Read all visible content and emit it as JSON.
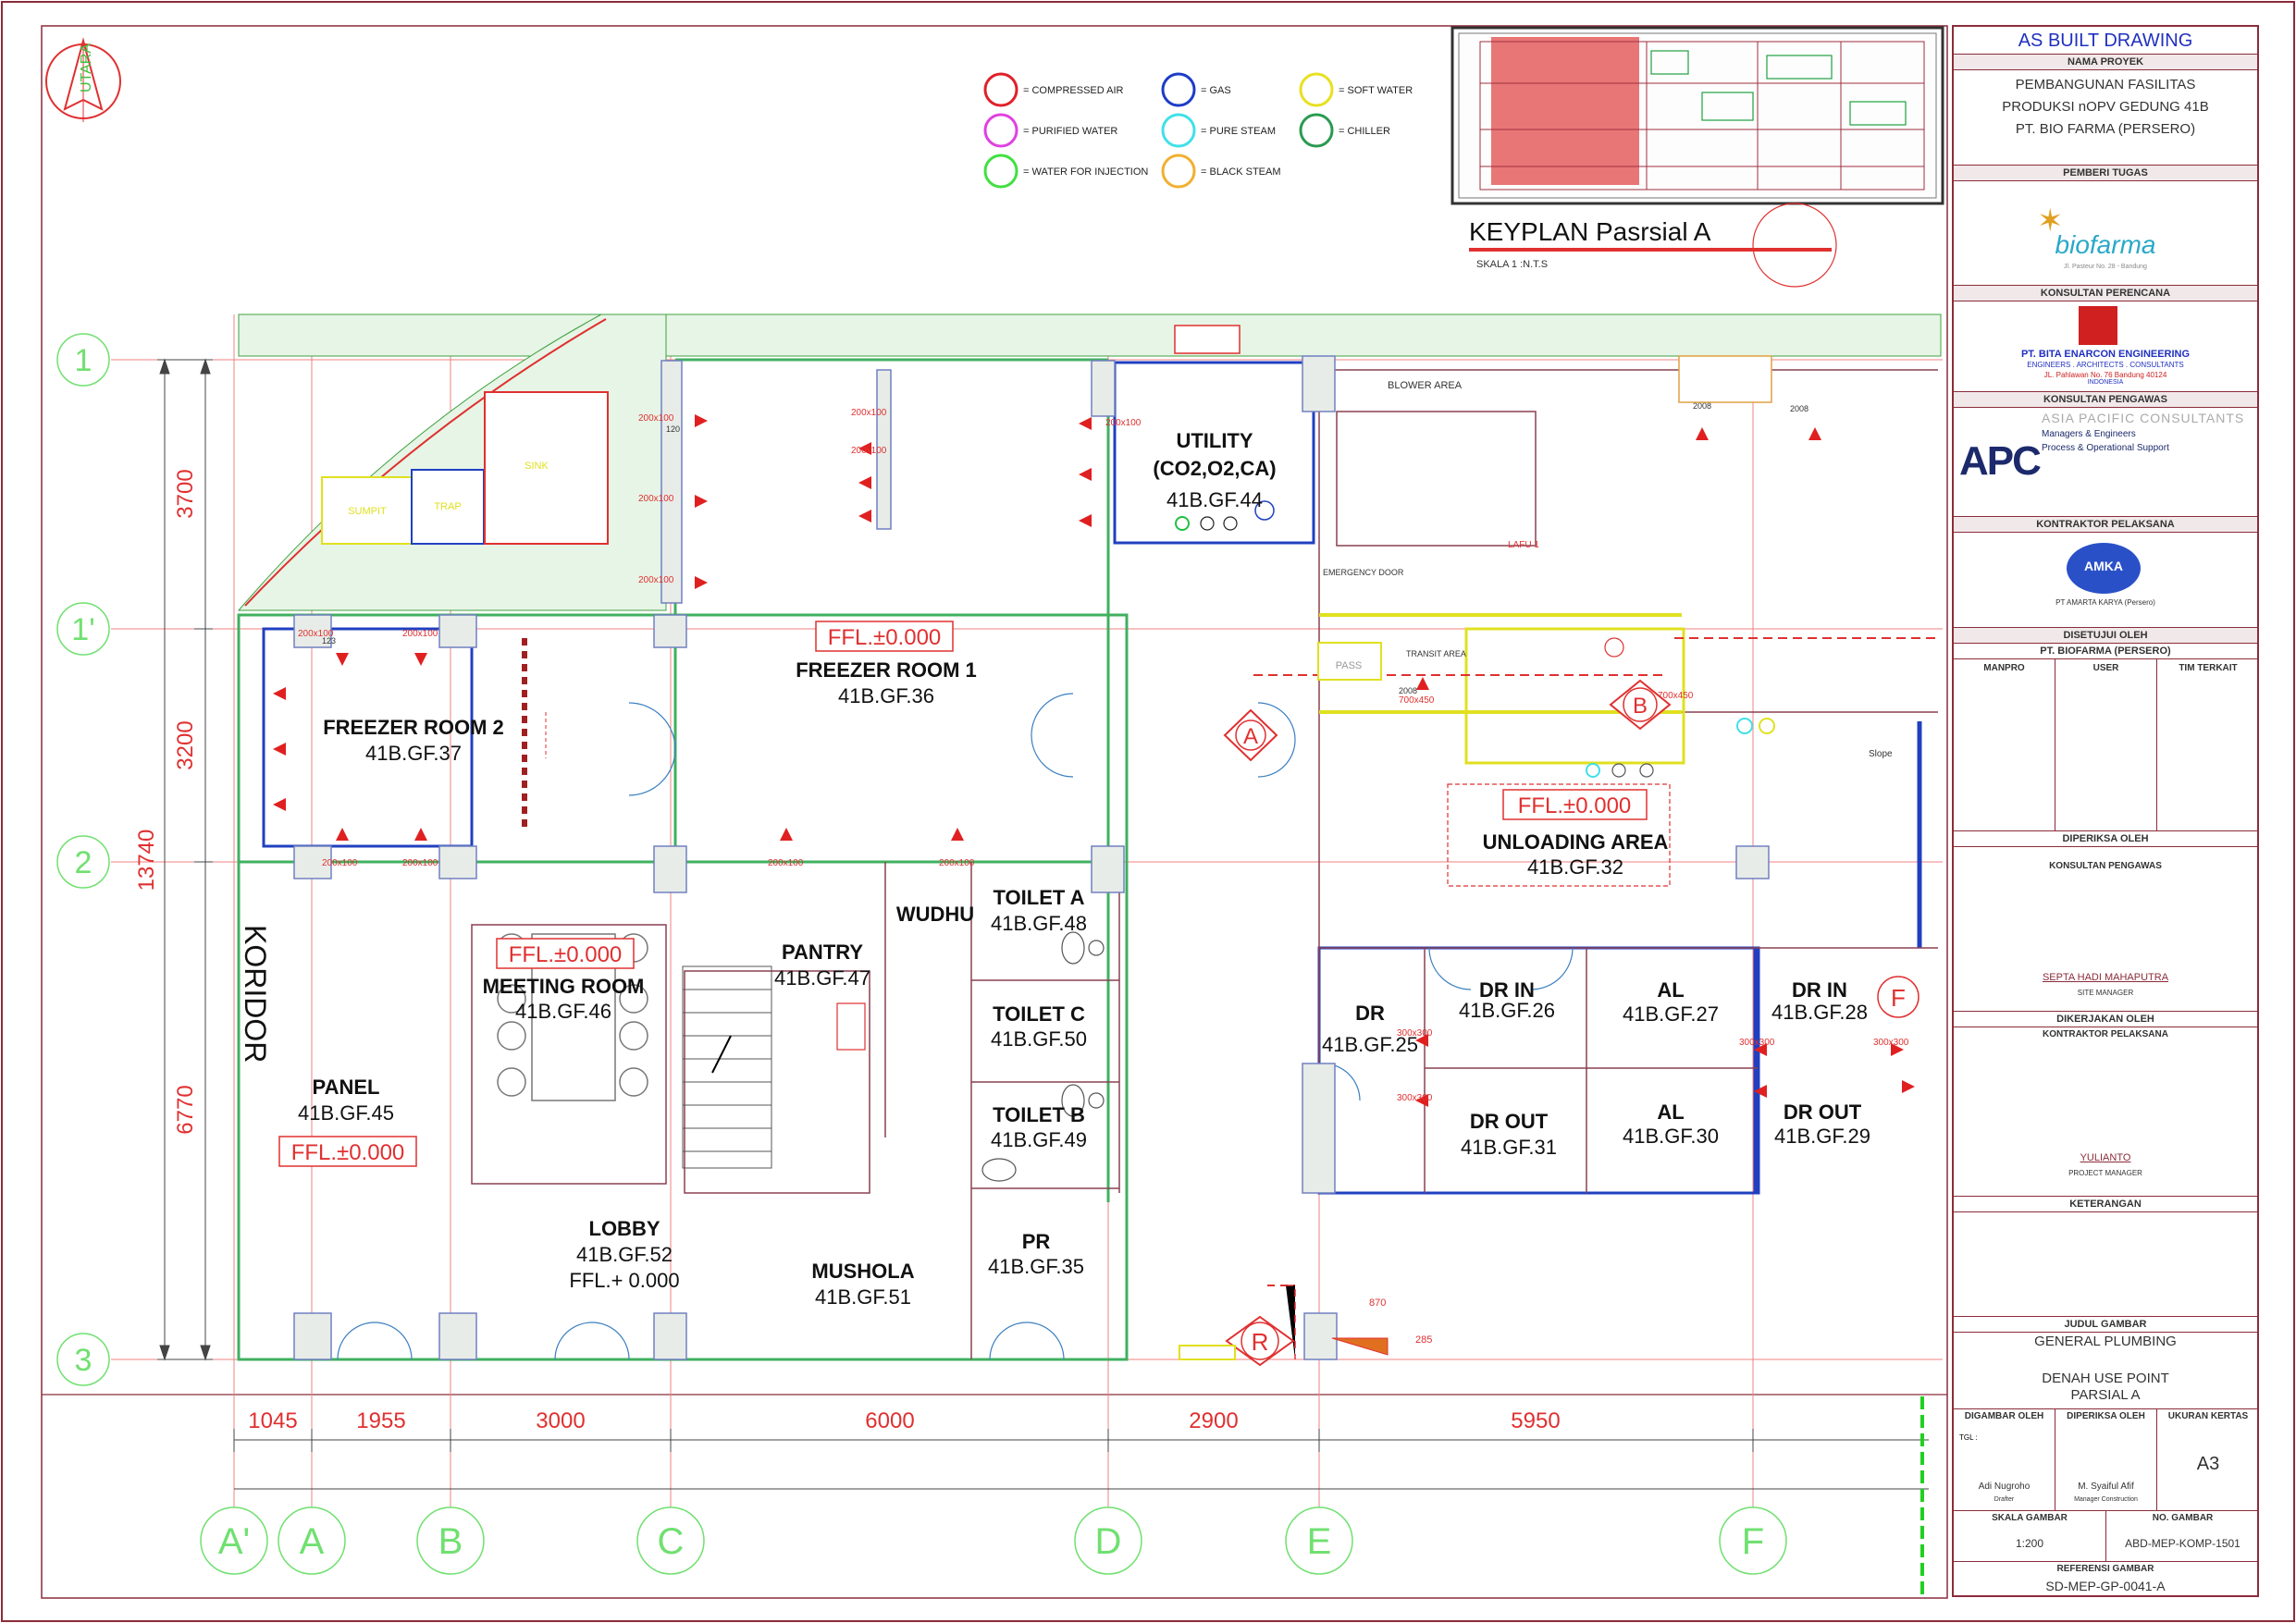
{
  "north": "UTARA",
  "legend": [
    {
      "label": "= COMPRESSED AIR",
      "color": "#e0202a"
    },
    {
      "label": "= GAS",
      "color": "#1c3cc8"
    },
    {
      "label": "= SOFT WATER",
      "color": "#e8e020"
    },
    {
      "label": "= PURIFIED WATER",
      "color": "#e040e0"
    },
    {
      "label": "= PURE STEAM",
      "color": "#40e0e8"
    },
    {
      "label": "= CHILLER",
      "color": "#2a9a50"
    },
    {
      "label": "= WATER FOR INJECTION",
      "color": "#40e040"
    },
    {
      "label": "= BLACK STEAM",
      "color": "#f0b030"
    }
  ],
  "keyplan": {
    "title": "KEYPLAN Pasrsial A",
    "scale": "SKALA 1 :N.T.S"
  },
  "grid": {
    "rows": [
      "1",
      "1'",
      "2",
      "3"
    ],
    "cols": [
      "A'",
      "A",
      "B",
      "C",
      "D",
      "E",
      "F"
    ],
    "left_dims": [
      "3700",
      "3200",
      "6770"
    ],
    "total_dim": "13740",
    "bottom_dims": [
      "1045",
      "1955",
      "3000",
      "6000",
      "2900",
      "5950"
    ]
  },
  "rooms": [
    {
      "name": "FREEZER ROOM 2",
      "code": "41B.GF.37"
    },
    {
      "name": "FREEZER ROOM 1",
      "code": "41B.GF.36"
    },
    {
      "name": "UTILITY",
      "sub": "(CO2,O2,CA)",
      "code": "41B.GF.44"
    },
    {
      "name": "UNLOADING AREA",
      "code": "41B.GF.32"
    },
    {
      "name": "MEETING ROOM",
      "code": "41B.GF.46"
    },
    {
      "name": "PANEL",
      "code": "41B.GF.45"
    },
    {
      "name": "PANTRY",
      "code": "41B.GF.47"
    },
    {
      "name": "WUDHU",
      "code": ""
    },
    {
      "name": "TOILET A",
      "code": "41B.GF.48"
    },
    {
      "name": "TOILET C",
      "code": "41B.GF.50"
    },
    {
      "name": "TOILET B",
      "code": "41B.GF.49"
    },
    {
      "name": "LOBBY",
      "code": "41B.GF.52",
      "extra": "FFL.+ 0.000"
    },
    {
      "name": "MUSHOLA",
      "code": "41B.GF.51"
    },
    {
      "name": "PR",
      "code": "41B.GF.35"
    },
    {
      "name": "DR",
      "code": "41B.GF.25"
    },
    {
      "name": "DR IN",
      "code": "41B.GF.26"
    },
    {
      "name": "AL",
      "code": "41B.GF.27"
    },
    {
      "name": "DR IN",
      "code": "41B.GF.28"
    },
    {
      "name": "DR OUT",
      "code": "41B.GF.31"
    },
    {
      "name": "AL",
      "code": "41B.GF.30"
    },
    {
      "name": "DR OUT",
      "code": "41B.GF.29"
    }
  ],
  "ffl": "FFL.±0.000",
  "misc": {
    "blower": "BLOWER AREA",
    "emergency": "EMERGENCY DOOR",
    "pass": "PASS",
    "transit": "TRANSIT AREA",
    "lafu": "LAFU 1",
    "sumpit": "SUMPIT",
    "trap": "TRAP",
    "sink": "SINK",
    "koridor": "KORIDOR",
    "slope": "Slope",
    "size200": "200x100",
    "size300": "300x300",
    "size700": "700x450",
    "n120": "120",
    "n123": "123",
    "n2008": "2008",
    "d870": "870",
    "d285": "285"
  },
  "markers": [
    "A",
    "B",
    "R",
    "F"
  ],
  "title_block": {
    "header": "AS BUILT DRAWING",
    "nama_proyek_label": "NAMA PROYEK",
    "project": [
      "PEMBANGUNAN FASILITAS",
      "PRODUKSI nOPV GEDUNG 41B",
      "PT. BIO FARMA (PERSERO)"
    ],
    "pemberi_tugas": "PEMBERI TUGAS",
    "biofarma_logo": "biofarma",
    "biofarma_addr": "Jl. Pasteur No. 28 - Bandung",
    "konsultan_perencana": "KONSULTAN PERENCANA",
    "perencana_name": "PT. BITA ENARCON ENGINEERING",
    "perencana_sub": "ENGINEERS . ARCHITECTS . CONSULTANTS",
    "perencana_addr": "JL. Pahlawan No. 76 Bandung 40124",
    "perencana_country": "INDONESIA",
    "konsultan_pengawas": "KONSULTAN PENGAWAS",
    "apc_logo": "APC",
    "apc_name": "ASIA PACIFIC CONSULTANTS",
    "apc_lines": [
      "Managers & Engineers",
      "Process & Operational Support"
    ],
    "kontraktor_pelaksana": "KONTRAKTOR PELAKSANA",
    "amka_logo": "AMKA",
    "amka_name": "PT AMARTA KARYA (Persero)",
    "disetujui": "DISETUJUI OLEH",
    "biofarma_persero": "PT. BIOFARMA (PERSERO)",
    "approval_cols": [
      "MANPRO",
      "USER",
      "TIM TERKAIT"
    ],
    "diperiksa": "DIPERIKSA OLEH",
    "konsultan_pengawas2": "KONSULTAN PENGAWAS",
    "checker_name": "SEPTA HADI MAHAPUTRA",
    "checker_role": "SITE MANAGER",
    "dikerjakan": "DIKERJAKAN OLEH",
    "kontraktor2": "KONTRAKTOR PELAKSANA",
    "pm_name": "YULIANTO",
    "pm_role": "PROJECT MANAGER",
    "keterangan": "KETERANGAN",
    "judul_gambar": "JUDUL GAMBAR",
    "title_lines": [
      "GENERAL PLUMBING",
      "DENAH USE POINT",
      "PARSIAL A"
    ],
    "digambar": "DIGAMBAR OLEH",
    "diperiksa2": "DIPERIKSA OLEH",
    "ukuran": "UKURAN KERTAS",
    "tgl": "TGL :",
    "paper": "A3",
    "drafter": "Adi Nugroho",
    "drafter_role": "Drafter",
    "checker2": "M. Syaiful Afif",
    "checker2_role": "Manager Construction",
    "skala_label": "SKALA GAMBAR",
    "no_label": "NO. GAMBAR",
    "scale": "1:200",
    "number": "ABD-MEP-KOMP-1501",
    "referensi": "REFERENSI GAMBAR",
    "reference": "SD-MEP-GP-0041-A"
  }
}
